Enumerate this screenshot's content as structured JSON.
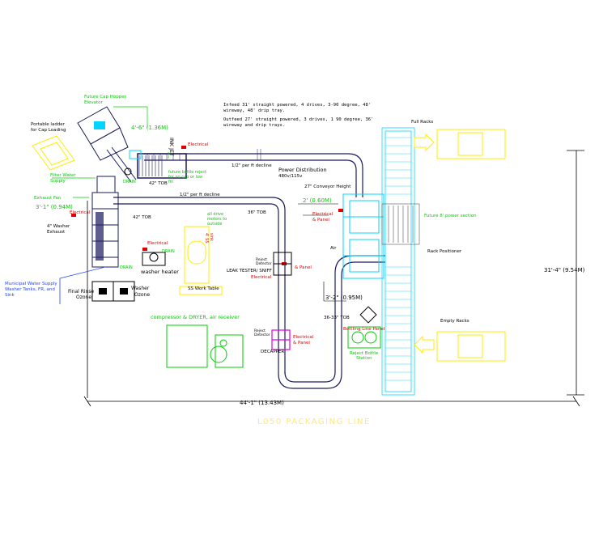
{
  "colors": {
    "conveyor": "#1a1a5e",
    "equipment": "#00d4ff",
    "green": "#00cc00",
    "yellow": "#ffee00",
    "red": "#e00000",
    "magenta": "#e000e0",
    "blue": "#2244ff",
    "black": "#000000",
    "title": "#ffe680"
  },
  "title": "L050 PACKAGING LINE",
  "notes": {
    "infeed_1": "Infeed 31' straight powered, 4 drives, 3-90 degree, 48'",
    "infeed_2": "wireway, 48' drip tray.",
    "outfeed_1": "Outfeed 27' straight powered, 3 drives, 1 90 degree, 36'",
    "outfeed_2": "wireway and drip trays."
  },
  "labels": {
    "future_cap_hopper_1": "Future Cap Hopper",
    "future_cap_hopper_2": "Elevator",
    "portable_ladder_1": "Portable ladder",
    "portable_ladder_2": "for Cap Loading",
    "dim_4_6": "4'-6\" (1.36M)",
    "ink_jet": "INK JET",
    "electrical_1": "Electrical",
    "decline_half_a": "1/2\" per ft decline",
    "power_distribution": "Power Distribution",
    "power_distribution_sub": "480v/115v",
    "filter_water_1": "Filter Water",
    "filter_water_2": "Supply",
    "drain_1": "DRAIN",
    "future_bottle_reject_1": "future bottle reject",
    "future_bottle_reject_2": "for no cap or low",
    "future_bottle_reject_3": "fill",
    "tob_42_a": "42\" TOB",
    "conveyor_height": "27\" Conveyor Height",
    "exhaust_fan": "Exhaust Fan",
    "decline_half_b": "1/2\" per ft decline",
    "dim_3_1": "3'-1\" (0.94M)",
    "electrical_2": "Electrical",
    "dim_2": "2' (0.60M)",
    "tob_42_b": "42\" TOB",
    "tob_36_a": "36\" TOB",
    "washer_exhaust_1": "4\" Washer",
    "washer_exhaust_2": "Exhaust",
    "electrical_panel_1": "Electrical",
    "electrical_panel_2": "& Panel",
    "future_power_section": "Future 8' power section",
    "air": "Air",
    "sink_1": "sink",
    "sink_2": "4' SS",
    "electrical_3": "Electrical",
    "rack_positioner": "Rack Positioner",
    "drive_motors_1": "all drive",
    "drive_motors_2": "motors to",
    "drive_motors_3": "outside",
    "drain_2": "DRAIN",
    "drain_3": "DRAIN",
    "washer_heater": "washer heater",
    "leak_tester": "LEAK TESTER/ SNIFF",
    "electrical_4": "Electrical",
    "reject_detector_1": "Reject",
    "reject_detector_2": "Detector",
    "electrical_panel_3": "& Panel",
    "dim_31_4": "31'-4\" (9.54M)",
    "municipal_1": "Municipal Water Supply",
    "municipal_2": "Washer Tanks, FR, and",
    "municipal_3": "Sink",
    "final_rinse_1": "Final Rinse",
    "final_rinse_2": "Ozone",
    "washer_1": "Washer",
    "washer_2": "Ozone",
    "ss_work_table": "SS Work Table",
    "dim_3_2": "3'-2\" (0.95M)",
    "tob_36_33": "36-33\" TOB",
    "compressor": "compressor & DRYER, air receiver",
    "bottling_line_panel": "Bottling Line Panel",
    "empty_racks": "Empty Racks",
    "full_racks": "Full Racks",
    "reject_detector_3": "Reject",
    "reject_detector_4": "Detector",
    "electrical_5": "Electrical",
    "electrical_panel_4": "& Panel",
    "decapper": "DECAPPER",
    "reject_station_1": "Reject Bottle",
    "reject_station_2": "Station",
    "dim_44_1": "44'-1\" (13.43M)"
  }
}
